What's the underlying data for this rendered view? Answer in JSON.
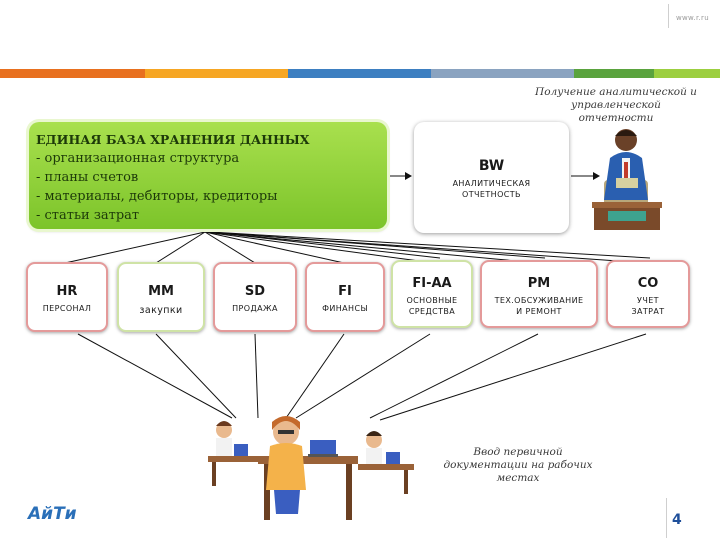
{
  "header": {
    "url": "www.r.ru"
  },
  "colors": {
    "stripe": [
      "#e8701f",
      "#f6a623",
      "#3d7fc1",
      "#8aa3c0",
      "#5aa33e",
      "#9ccf40"
    ]
  },
  "database": {
    "title": "ЕДИНАЯ БАЗА ХРАНЕНИЯ ДАННЫХ",
    "items": [
      "- организационная структура",
      "- планы счетов",
      "- материалы, дебиторы, кредиторы",
      "- статьи затрат"
    ]
  },
  "bw": {
    "code": "BW",
    "desc_line1": "АНАЛИТИЧЕСКАЯ",
    "desc_line2": "ОТЧЕТНОСТЬ"
  },
  "reporting_note": {
    "line1": "Получение аналитической и",
    "line2": "управленческой",
    "line3": "отчетности"
  },
  "input_note": {
    "line1": "Ввод первичной",
    "line2": "документации на рабочих",
    "line3": "местах"
  },
  "modules": [
    {
      "code": "HR",
      "desc1": "ПЕРСОНАЛ",
      "desc2": ""
    },
    {
      "code": "MM",
      "desc1": "закупки",
      "desc2": ""
    },
    {
      "code": "SD",
      "desc1": "ПРОДАЖА",
      "desc2": ""
    },
    {
      "code": "FI",
      "desc1": "ФИНАНСЫ",
      "desc2": ""
    },
    {
      "code": "FI-AA",
      "desc1": "ОСНОВНЫЕ",
      "desc2": "СРЕДСТВА"
    },
    {
      "code": "PM",
      "desc1": "ТЕХ.ОБСУЖИВАНИЕ",
      "desc2": "И РЕМОНТ"
    },
    {
      "code": "CO",
      "desc1": "УЧЕТ",
      "desc2": "ЗАТРАТ"
    }
  ],
  "footer": {
    "logo": "АйТи",
    "page": "4"
  }
}
